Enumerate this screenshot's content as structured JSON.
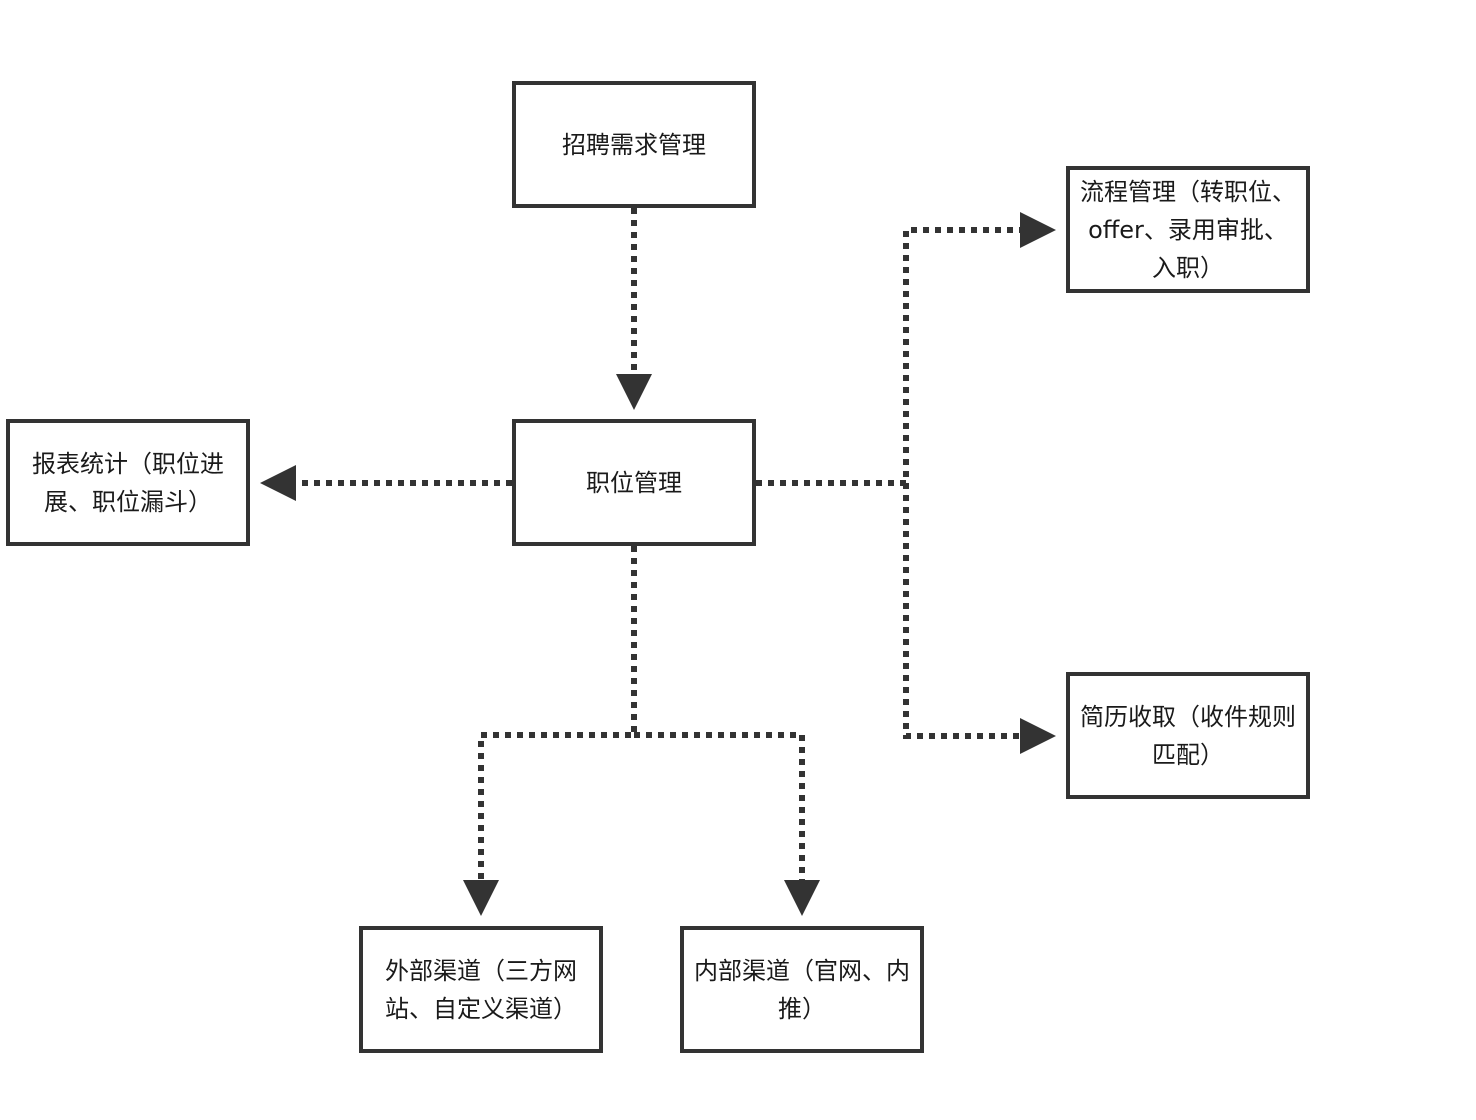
{
  "diagram": {
    "line_color": "#333333",
    "nodes": {
      "recruit_demand": "招聘需求管理",
      "position_mgmt": "职位管理",
      "report_stats": "报表统计（职位进展、职位漏斗）",
      "process_mgmt": "流程管理（转职位、offer、录用审批、入职）",
      "resume_collect": "简历收取（收件规则匹配）",
      "external_channel": "外部渠道（三方网站、自定义渠道）",
      "internal_channel": "内部渠道（官网、内推）"
    },
    "edges": [
      {
        "from": "recruit_demand",
        "to": "position_mgmt"
      },
      {
        "from": "position_mgmt",
        "to": "report_stats"
      },
      {
        "from": "position_mgmt",
        "to": "process_mgmt"
      },
      {
        "from": "position_mgmt",
        "to": "resume_collect"
      },
      {
        "from": "position_mgmt",
        "to": "external_channel"
      },
      {
        "from": "position_mgmt",
        "to": "internal_channel"
      }
    ]
  }
}
